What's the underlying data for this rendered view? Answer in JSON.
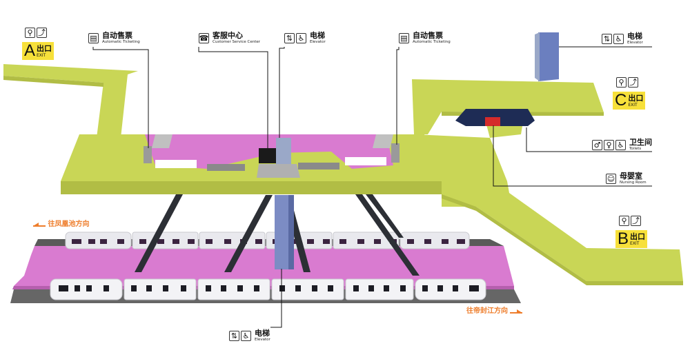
{
  "exits": {
    "a": {
      "letter": "A",
      "zh": "出口",
      "en": "EXIT"
    },
    "b": {
      "letter": "B",
      "zh": "出口",
      "en": "EXIT"
    },
    "c": {
      "letter": "C",
      "zh": "出口",
      "en": "EXIT"
    }
  },
  "facilities": {
    "ticketing_left": {
      "zh": "自动售票",
      "en": "Automatic Ticketing"
    },
    "customer_service": {
      "zh": "客服中心",
      "en": "Customer Service Center"
    },
    "elevator_top": {
      "zh": "电梯",
      "en": "Elevator"
    },
    "ticketing_right": {
      "zh": "自动售票",
      "en": "Automatic Ticketing"
    },
    "elevator_right": {
      "zh": "电梯",
      "en": "Elevator"
    },
    "toilets": {
      "zh": "卫生间",
      "en": "Toilets"
    },
    "nursing": {
      "zh": "母婴室",
      "en": "Nursing Room"
    },
    "elevator_bottom": {
      "zh": "电梯",
      "en": "Elevator"
    }
  },
  "directions": {
    "left": "往凤凰池方向",
    "right": "往帝封江方向"
  },
  "colors": {
    "concourse": "#c9d656",
    "paid_area": "#d97bd0",
    "platform": "#d97bd0",
    "track": "#5a5a5a",
    "exit_badge": "#f7e03a",
    "direction_arrow": "#ee7d2b",
    "nursing_room": "#d52b2b",
    "toilet_block": "#1e2c55"
  },
  "icons": {
    "escalator": "escalator-icon",
    "stairs": "stairs-icon",
    "ticket_machine": "ticket-machine-icon",
    "service_desk": "customer-service-icon",
    "elevator": "elevator-icon",
    "wheelchair": "wheelchair-icon",
    "toilet": "toilet-icon",
    "nursing": "nursing-room-icon"
  }
}
